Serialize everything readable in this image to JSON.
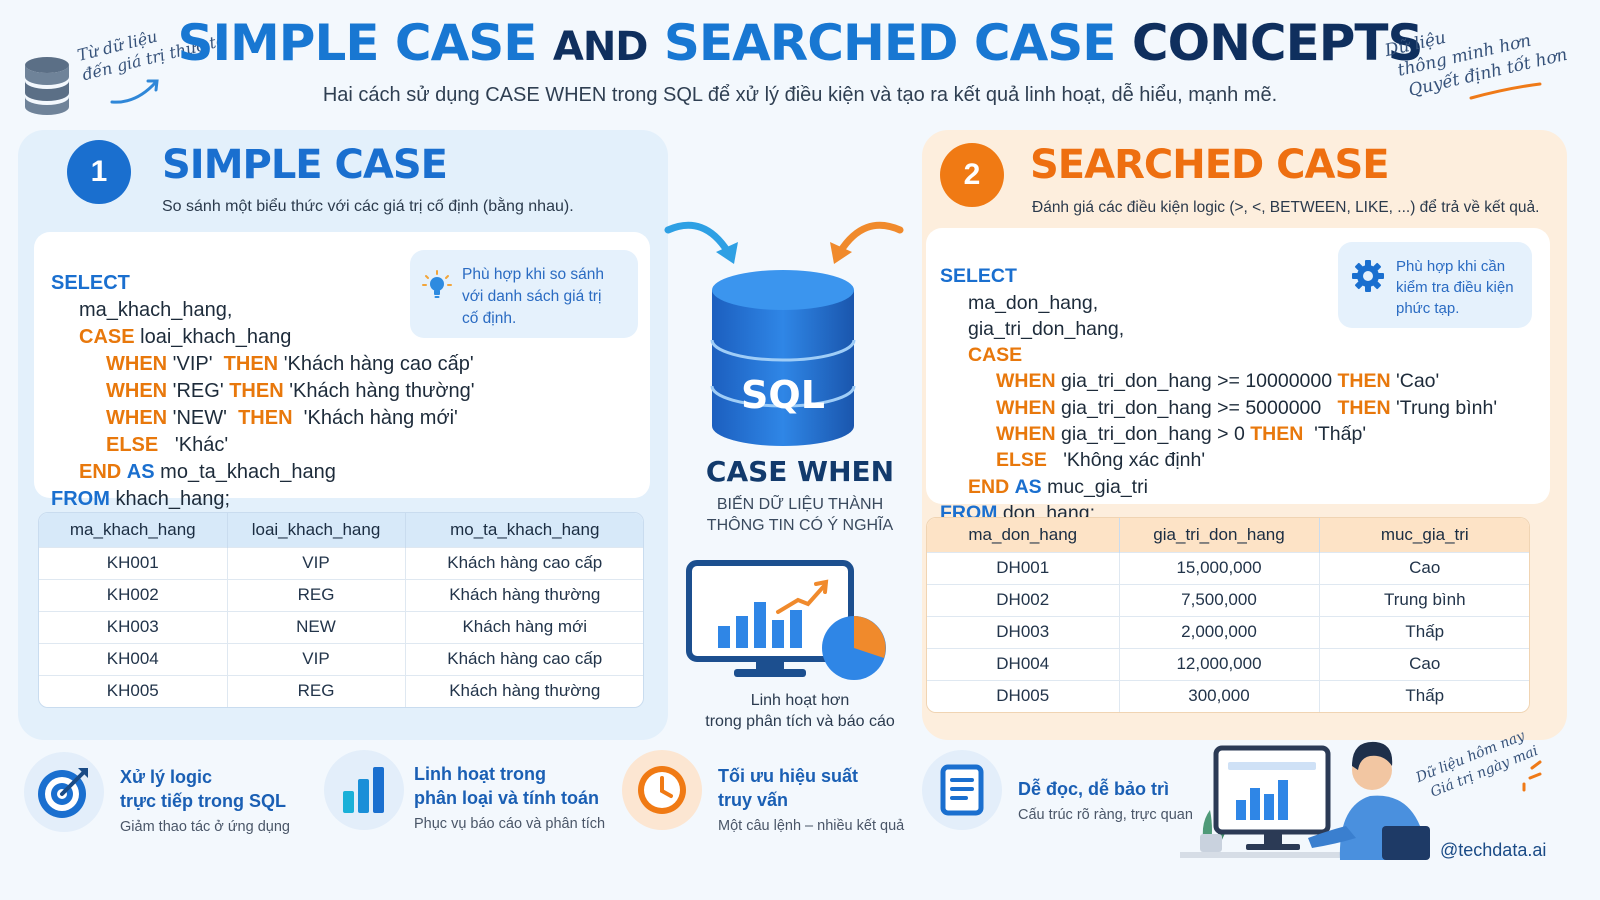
{
  "header": {
    "title_part1": "SIMPLE CASE",
    "title_and": "AND",
    "title_part2": "SEARCHED CASE",
    "title_part3": "CONCEPTS",
    "subtitle": "Hai cách sử dụng CASE WHEN trong SQL để xử lý điều kiện và tạo ra kết quả linh hoạt, dễ hiểu, mạnh mẽ.",
    "note_left_1": "Từ dữ liệu",
    "note_left_2": "đến giá trị thực tế",
    "note_right_1": "Dữ liệu",
    "note_right_2": "thông minh hơn",
    "note_right_3": "Quyết định tốt hơn"
  },
  "simple": {
    "number": "1",
    "title": "SIMPLE CASE",
    "desc": "So sánh một biểu thức với các giá trị cố định (bằng nhau).",
    "tip": "Phù hợp khi so sánh với danh sách giá trị cố định.",
    "code": {
      "select": "SELECT",
      "l1": "ma_khach_hang,",
      "case": "CASE",
      "case_expr": "loai_khach_hang",
      "when": "WHEN",
      "then": "THEN",
      "else": "ELSE",
      "end": "END",
      "as": "AS",
      "from": "FROM",
      "w1_val": "'VIP'",
      "w1_res": "'Khách hàng cao cấp'",
      "w2_val": "'REG'",
      "w2_res": "'Khách hàng thường'",
      "w3_val": "'NEW'",
      "w3_res": "'Khách hàng mới'",
      "else_res": "'Khác'",
      "alias": "mo_ta_khach_hang",
      "table": "khach_hang;"
    },
    "table": {
      "headers": [
        "ma_khach_hang",
        "loai_khach_hang",
        "mo_ta_khach_hang"
      ],
      "rows": [
        [
          "KH001",
          "VIP",
          "Khách hàng cao cấp"
        ],
        [
          "KH002",
          "REG",
          "Khách hàng thường"
        ],
        [
          "KH003",
          "NEW",
          "Khách hàng mới"
        ],
        [
          "KH004",
          "VIP",
          "Khách hàng cao cấp"
        ],
        [
          "KH005",
          "REG",
          "Khách hàng thường"
        ]
      ]
    }
  },
  "searched": {
    "number": "2",
    "title": "SEARCHED CASE",
    "desc": "Đánh giá các điều kiện logic (>, <, BETWEEN, LIKE, ...) để trả về kết quả.",
    "tip": "Phù hợp khi cần kiểm tra điều kiện phức tạp.",
    "code": {
      "select": "SELECT",
      "l1": "ma_don_hang,",
      "l2": "gia_tri_don_hang,",
      "case": "CASE",
      "when": "WHEN",
      "then": "THEN",
      "else": "ELSE",
      "end": "END",
      "as": "AS",
      "from": "FROM",
      "c1": "gia_tri_don_hang >= 10000000",
      "r1": "'Cao'",
      "c2": "gia_tri_don_hang >= 5000000",
      "r2": "'Trung bình'",
      "c3": "gia_tri_don_hang > 0",
      "r3": "'Thấp'",
      "else_res": "'Không xác định'",
      "alias": "muc_gia_tri",
      "table": "don_hang;"
    },
    "table": {
      "headers": [
        "ma_don_hang",
        "gia_tri_don_hang",
        "muc_gia_tri"
      ],
      "rows": [
        [
          "DH001",
          "15,000,000",
          "Cao"
        ],
        [
          "DH002",
          "7,500,000",
          "Trung bình"
        ],
        [
          "DH003",
          "2,000,000",
          "Thấp"
        ],
        [
          "DH004",
          "12,000,000",
          "Cao"
        ],
        [
          "DH005",
          "300,000",
          "Thấp"
        ]
      ]
    }
  },
  "center": {
    "sql_label": "SQL",
    "case_when": "CASE WHEN",
    "case_desc_1": "BIẾN DỮ LIỆU THÀNH",
    "case_desc_2": "THÔNG TIN CÓ Ý NGHĨA",
    "flex_1": "Linh hoạt hơn",
    "flex_2": "trong phân tích và báo cáo"
  },
  "features": [
    {
      "title_1": "Xử lý logic",
      "title_2": "trực tiếp trong SQL",
      "desc": "Giảm thao tác ở ứng dụng",
      "icon": "target-icon"
    },
    {
      "title_1": "Linh hoạt trong",
      "title_2": "phân loại và tính toán",
      "desc": "Phục vụ báo cáo và phân tích",
      "icon": "bar-chart-icon"
    },
    {
      "title_1": "Tối ưu hiệu suất",
      "title_2": "truy vấn",
      "desc": "Một câu lệnh – nhiều kết quả",
      "icon": "clock-icon"
    },
    {
      "title_1": "Dễ đọc, dễ bảo trì",
      "title_2": "",
      "desc": "Cấu trúc rõ ràng, trực quan",
      "icon": "document-icon"
    }
  ],
  "footer": {
    "note_1": "Dữ liệu hôm nay",
    "note_2": "Giá trị ngày mai",
    "handle": "@techdata.ai"
  },
  "colors": {
    "blue": "#1877d2",
    "navy": "#0f2f5e",
    "orange": "#f07a14"
  }
}
